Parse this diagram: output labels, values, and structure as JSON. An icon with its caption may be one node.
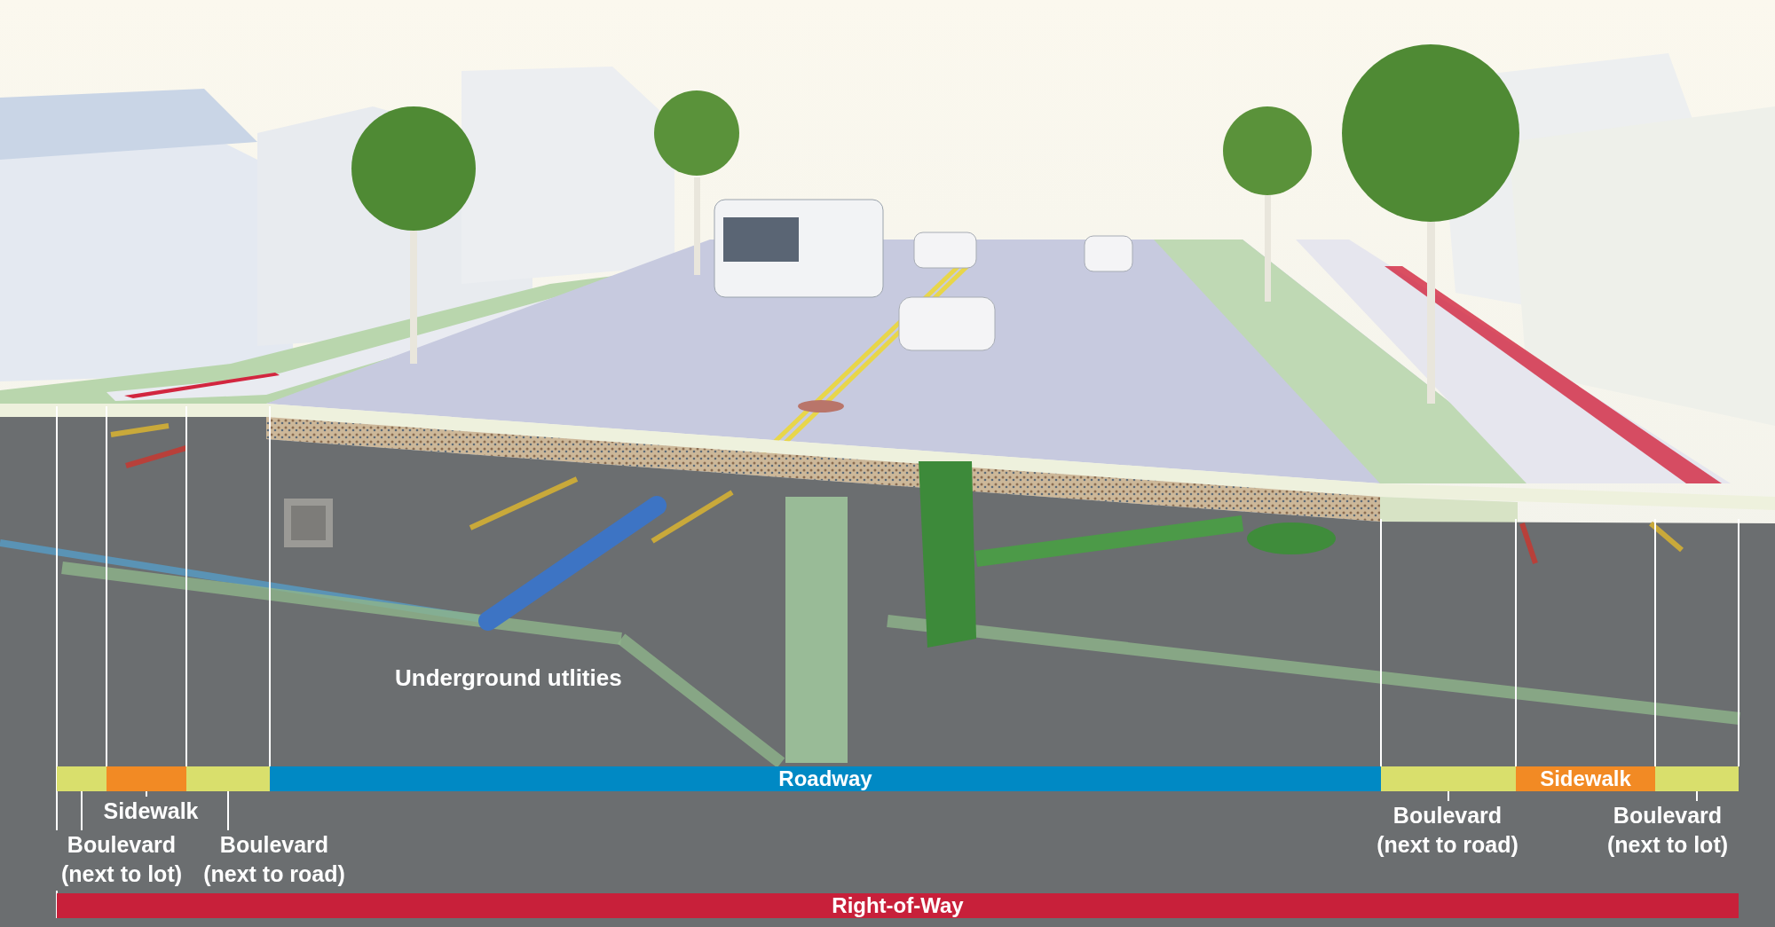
{
  "diagram": {
    "nodes": [
      {
        "text": [],
        "shape": "bar"
      },
      {
        "text": [],
        "shape": "bar"
      },
      {
        "text": [],
        "shape": "bar"
      },
      {
        "text": [
          "Roadway"
        ]
      },
      {
        "text": [],
        "shape": "bar"
      },
      {
        "text": [
          "Sidewalk"
        ]
      },
      {
        "text": [],
        "shape": "bar"
      },
      {
        "text": [
          "Right-of-Way"
        ]
      },
      {
        "text": [
          "Sidewalk"
        ]
      },
      {
        "text": [
          "Boulevard (next to lot)"
        ]
      },
      {
        "text": [
          "Boulevard (next to road)"
        ]
      },
      {
        "text": [
          "Boulevard (next to road)"
        ]
      },
      {
        "text": [
          "Boulevard (next to lot)"
        ]
      }
    ],
    "edges": [
      {
        "from": 9,
        "to": 0,
        "arrow": "none"
      },
      {
        "from": 8,
        "to": 1,
        "arrow": "none"
      },
      {
        "from": 10,
        "to": 2,
        "arrow": "none"
      },
      {
        "from": 11,
        "to": 4,
        "arrow": "none"
      },
      {
        "from": 12,
        "to": 6,
        "arrow": "none"
      }
    ],
    "labels": [
      "Underground utlities"
    ]
  }
}
